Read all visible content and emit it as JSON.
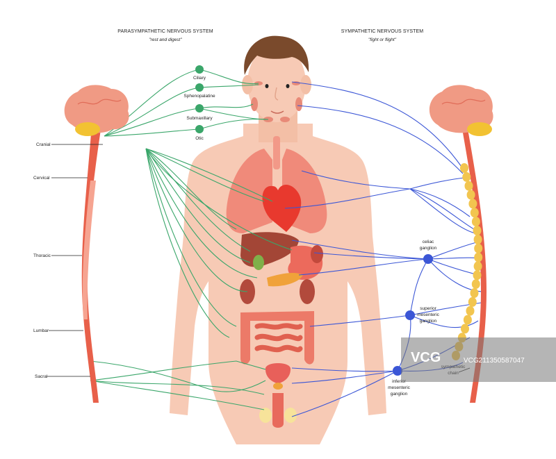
{
  "parasympathetic": {
    "title": "PARASYMPATHETIC NERVOUS SYSTEM",
    "subtitle": "\"rest and digest\""
  },
  "sympathetic": {
    "title": "SYMPATHETIC NERVOUS SYSTEM",
    "subtitle": "\"fight or flight\""
  },
  "ganglia_para": [
    "Ciliary",
    "Sphenopalatine",
    "Submaxillary",
    "Otic"
  ],
  "spine_regions": [
    "Cranial",
    "Cervical",
    "Thoracic",
    "Lumbar",
    "Sacral"
  ],
  "sympathetic_ganglia": {
    "celiac_1": "celiac",
    "celiac_2": "ganglion",
    "superior_1": "superior",
    "superior_2": "mesenteric",
    "superior_3": "ganglion",
    "inferior_1": "inferior",
    "inferior_2": "mesenteric",
    "inferior_3": "ganglion",
    "chain_1": "sympathetic",
    "chain_2": "chain"
  },
  "watermark": {
    "logo": "VCG",
    "id": "VCG211350587047"
  },
  "colors": {
    "para_nerve": "#3aa66a",
    "symp_nerve": "#3b56d6",
    "spine": "#e8604a",
    "body": "#f7c9b3",
    "brain": "#f09a84",
    "chain": "#f2c54f"
  }
}
